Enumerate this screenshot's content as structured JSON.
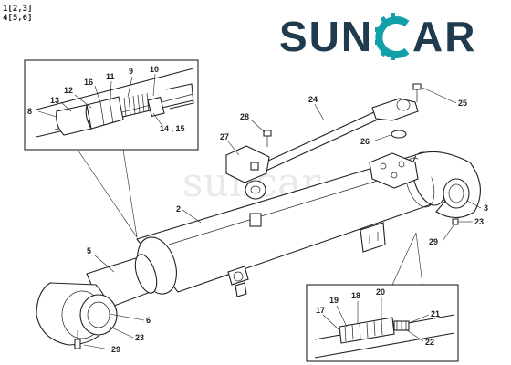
{
  "figure_ref": {
    "line1": "1[2,3]",
    "line2": "4[5,6]"
  },
  "logo": {
    "brand": "SUNCAR",
    "left_part": "SUN",
    "right_part": "AR",
    "colors": {
      "dark": "#1f3b4d",
      "teal": "#12a0a8"
    }
  },
  "watermark": "suncar",
  "callouts": {
    "c2": "2",
    "c3": "3",
    "c5": "5",
    "c6": "6",
    "c8": "8",
    "c9": "9",
    "c10": "10",
    "c11": "11",
    "c12": "12",
    "c13": "13",
    "c14_15": "14 , 15",
    "c16": "16",
    "c17": "17",
    "c18": "18",
    "c19": "19",
    "c20": "20",
    "c21": "21",
    "c22": "22",
    "c23a": "23",
    "c23b": "23",
    "c24": "24",
    "c25": "25",
    "c26": "26",
    "c27": "27",
    "c28": "28",
    "c29a": "29",
    "c29b": "29"
  }
}
